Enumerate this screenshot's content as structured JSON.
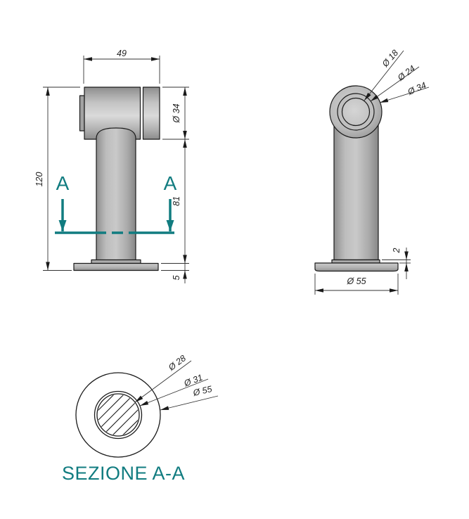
{
  "colors": {
    "accent_teal": "#117c80",
    "outline_black": "#1a1a1a",
    "dim_text": "#1f1f1f",
    "part_gray": "#bdbdbd"
  },
  "front_view": {
    "dim_width": "49",
    "dim_head_diameter": "Ø 34",
    "dim_total_height": "120",
    "dim_shaft_height": "81",
    "dim_base_thickness": "5",
    "section_marker": "A"
  },
  "side_view": {
    "dim_bore": "Ø 18",
    "dim_counterbore": "Ø 24",
    "dim_head": "Ø 34",
    "dim_step_height": "2",
    "dim_base_diameter": "Ø 55"
  },
  "section_view": {
    "dim_core": "Ø 28",
    "dim_ring": "Ø 31",
    "dim_outer": "Ø 55",
    "title": "SEZIONE A-A"
  }
}
